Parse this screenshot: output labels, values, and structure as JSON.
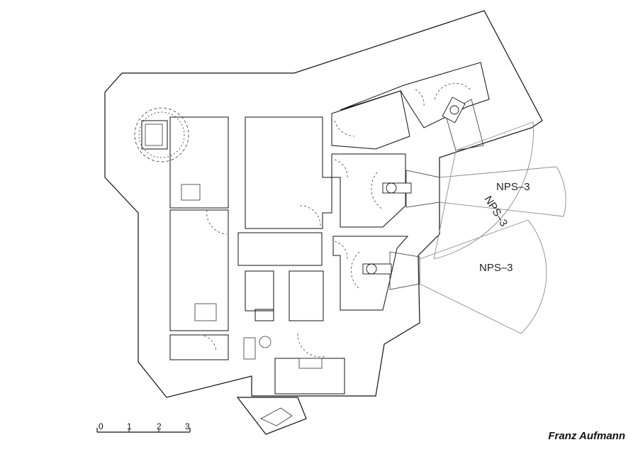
{
  "sector_labels": [
    "NPS–3",
    "NPS–3",
    "NPS–3"
  ],
  "scale_bar": {
    "ticks": [
      "0",
      "1",
      "2",
      "3"
    ]
  },
  "author": "Franz Aufmann",
  "colors": {
    "line": "#111111",
    "sector": "#8a8a8a",
    "background": "#ffffff"
  }
}
